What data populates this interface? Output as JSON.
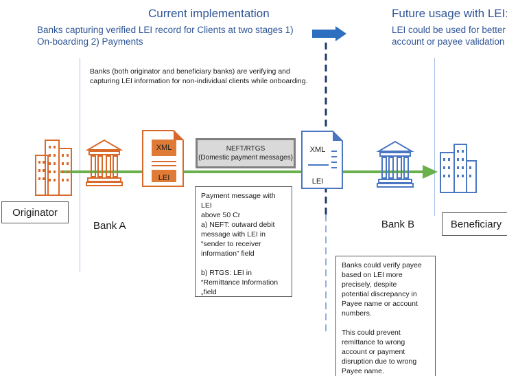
{
  "header_left": {
    "title": "Current implementation",
    "subtitle_line1": "Banks capturing verified LEI record for Clients at two stages 1)",
    "subtitle_line2": "On-boarding 2) Payments"
  },
  "header_right": {
    "title": "Future usage with LEI:",
    "subtitle_line1": "LEI could be used for better",
    "subtitle_line2": "account or payee validation"
  },
  "onboarding_note": "Banks (both originator and beneficiary banks) are verifying and capturing LEI information for non-individual clients while onboarding.",
  "nodes": {
    "originator": "Originator",
    "bank_a": "Bank A",
    "bank_b": "Bank B",
    "beneficiary": "Beneficiary"
  },
  "documents": {
    "left_xml": "XML",
    "left_lei": "LEI",
    "right_xml": "XML",
    "right_lei": "LEI"
  },
  "channel": {
    "line1": "NEFT/RTGS",
    "line2": "(Domestic payment messages)"
  },
  "payment_note": "Payment message with LEI\nabove 50 Cr\na) NEFT: outward debit\nmessage with LEI in\n“sender to receiver\ninformation” field\n\nb) RTGS: LEI in\n“Remittance Information\n„field",
  "future_note": "Banks could verify payee\nbased on LEI more\nprecisely, despite\npotential discrepancy in\nPayee name or account\nnumbers.\n\nThis could prevent\nremittance to wrong\naccount or payment\ndisruption due to wrong\nPayee name.",
  "colors": {
    "orange": "#d9692a",
    "blue": "#4a76c2",
    "green": "#6ab04c",
    "navy": "#2f5597",
    "divider": "#1f3a6b"
  }
}
